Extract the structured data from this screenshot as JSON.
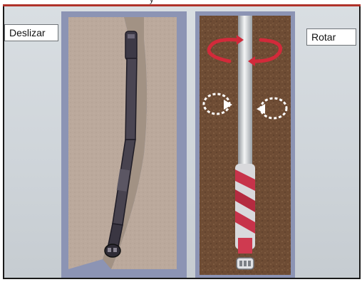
{
  "top_caption": "y",
  "labels": {
    "left": "Deslizar",
    "right": "Rotar"
  },
  "colors": {
    "formation": "#b9a597",
    "panel_border": "#8c94b4",
    "soil": "#6b4a33",
    "rotation_arrow": "#d22a3a",
    "bit_stripe": "#c7334a"
  },
  "icons": {
    "rotation": "rotation-arrows-icon",
    "wobble": "dashed-circle-arrows-icon"
  }
}
